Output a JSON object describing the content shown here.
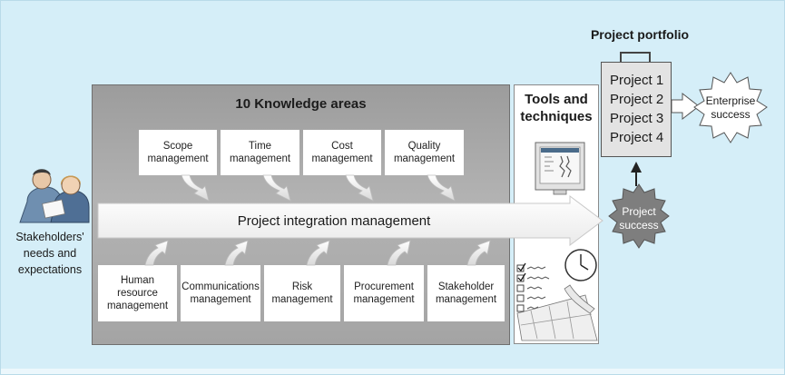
{
  "knowledge_areas": {
    "title": "10 Knowledge areas",
    "top_row": [
      "Scope\nmanagement",
      "Time\nmanagement",
      "Cost\nmanagement",
      "Quality\nmanagement"
    ],
    "bottom_row": [
      "Human\nresource\nmanagement",
      "Communications\nmanagement",
      "Risk\nmanagement",
      "Procurement\nmanagement",
      "Stakeholder\nmanagement"
    ]
  },
  "integration": {
    "label": "Project integration management"
  },
  "tools": {
    "title": "Tools and\ntechniques"
  },
  "stakeholders": {
    "label": "Stakeholders'\nneeds and\nexpectations"
  },
  "portfolio": {
    "title": "Project portfolio",
    "projects": [
      "Project 1",
      "Project 2",
      "Project 3",
      "Project 4"
    ]
  },
  "project_success": {
    "label": "Project\nsuccess"
  },
  "enterprise_success": {
    "label": "Enterprise\nsuccess"
  },
  "colors": {
    "background": "#d5eef8",
    "panel_gray": "#a8a8a8",
    "arrow_light": "#f4f4f4",
    "project_success_fill": "#7e7e7e"
  }
}
